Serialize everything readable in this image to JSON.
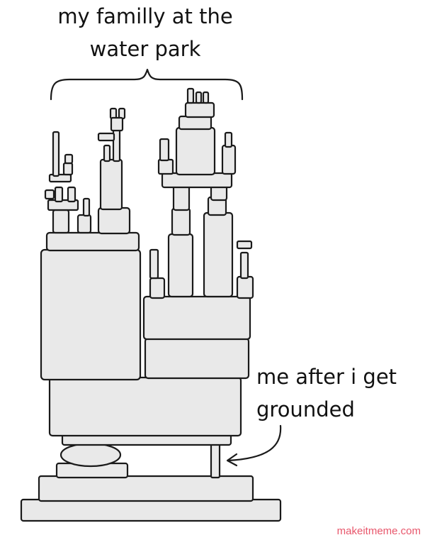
{
  "captions": {
    "top_line1": "my familly at the",
    "top_line2": "water park",
    "right_line1": "me after i get",
    "right_line2": "grounded"
  },
  "watermark": "makeitmeme.com"
}
